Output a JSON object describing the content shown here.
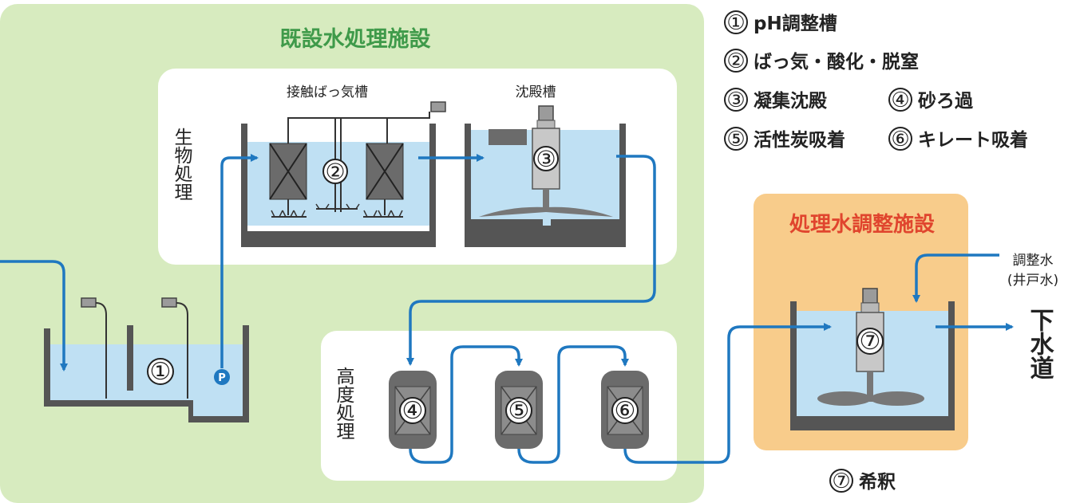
{
  "existing_facility": {
    "title": "既設水処理施設",
    "bio_section": {
      "label": "生物処理"
    },
    "advanced_section": {
      "label": "高度処理"
    },
    "aeration_tank": {
      "label": "接触ばっ気槽"
    },
    "settling_tank": {
      "label": "沈殿槽"
    }
  },
  "adjustment_facility": {
    "title": "処理水調整施設",
    "adjust_water": {
      "line1": "調整水",
      "line2": "(井戸水)"
    },
    "outlet": {
      "label": "下水道"
    }
  },
  "markers": {
    "m1": "①",
    "m2": "②",
    "m3": "③",
    "m4": "④",
    "m5": "⑤",
    "m6": "⑥",
    "m7": "⑦",
    "pump": "P"
  },
  "legend": {
    "item1": "pH調整槽",
    "item2": "ばっ気・酸化・脱窒",
    "item3": "凝集沈殿",
    "item4": "砂ろ過",
    "item5": "活性炭吸着",
    "item6": "キレート吸着",
    "item7": "希釈"
  },
  "colors": {
    "existing_bg": "#d7ebbf",
    "panel_bg": "#ffffff",
    "adjust_bg": "#f8cc8b",
    "water": "#bfe0f3",
    "pipe": "#1f78c0",
    "wall": "#555555",
    "equipment": "#8c8c8c",
    "green_title": "#3f9a4a",
    "red_title": "#e0452e"
  }
}
